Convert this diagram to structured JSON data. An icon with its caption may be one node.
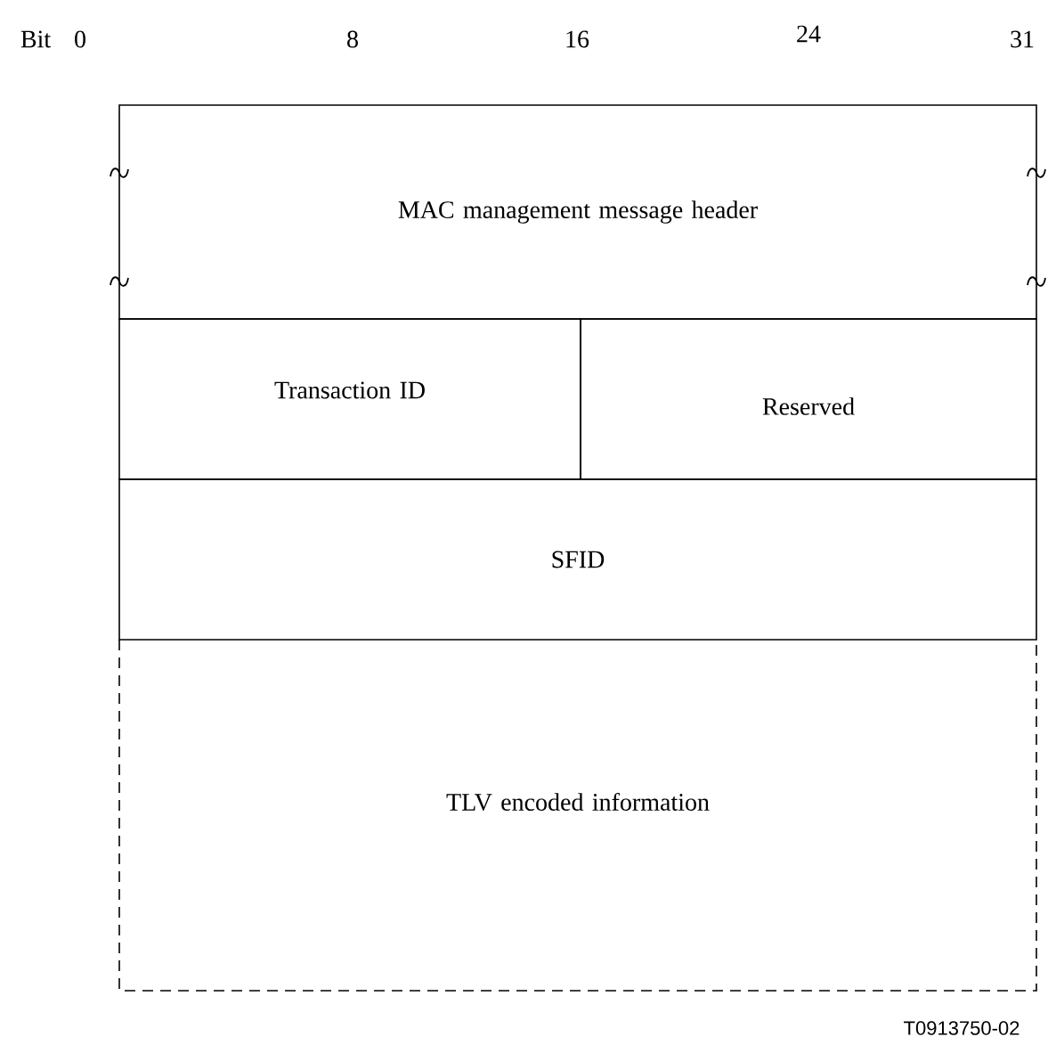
{
  "diagram": {
    "nodes": [
      {
        "text": [
          "MAC management message header"
        ]
      },
      {
        "text": [
          "Transaction ID"
        ]
      },
      {
        "text": [
          "Reserved"
        ]
      },
      {
        "text": [
          "SFID"
        ]
      },
      {
        "text": [
          "TLV encoded information"
        ]
      }
    ],
    "labels": [
      "Bit",
      "0",
      "8",
      "16",
      "24",
      "31",
      "T0913750-02"
    ]
  }
}
